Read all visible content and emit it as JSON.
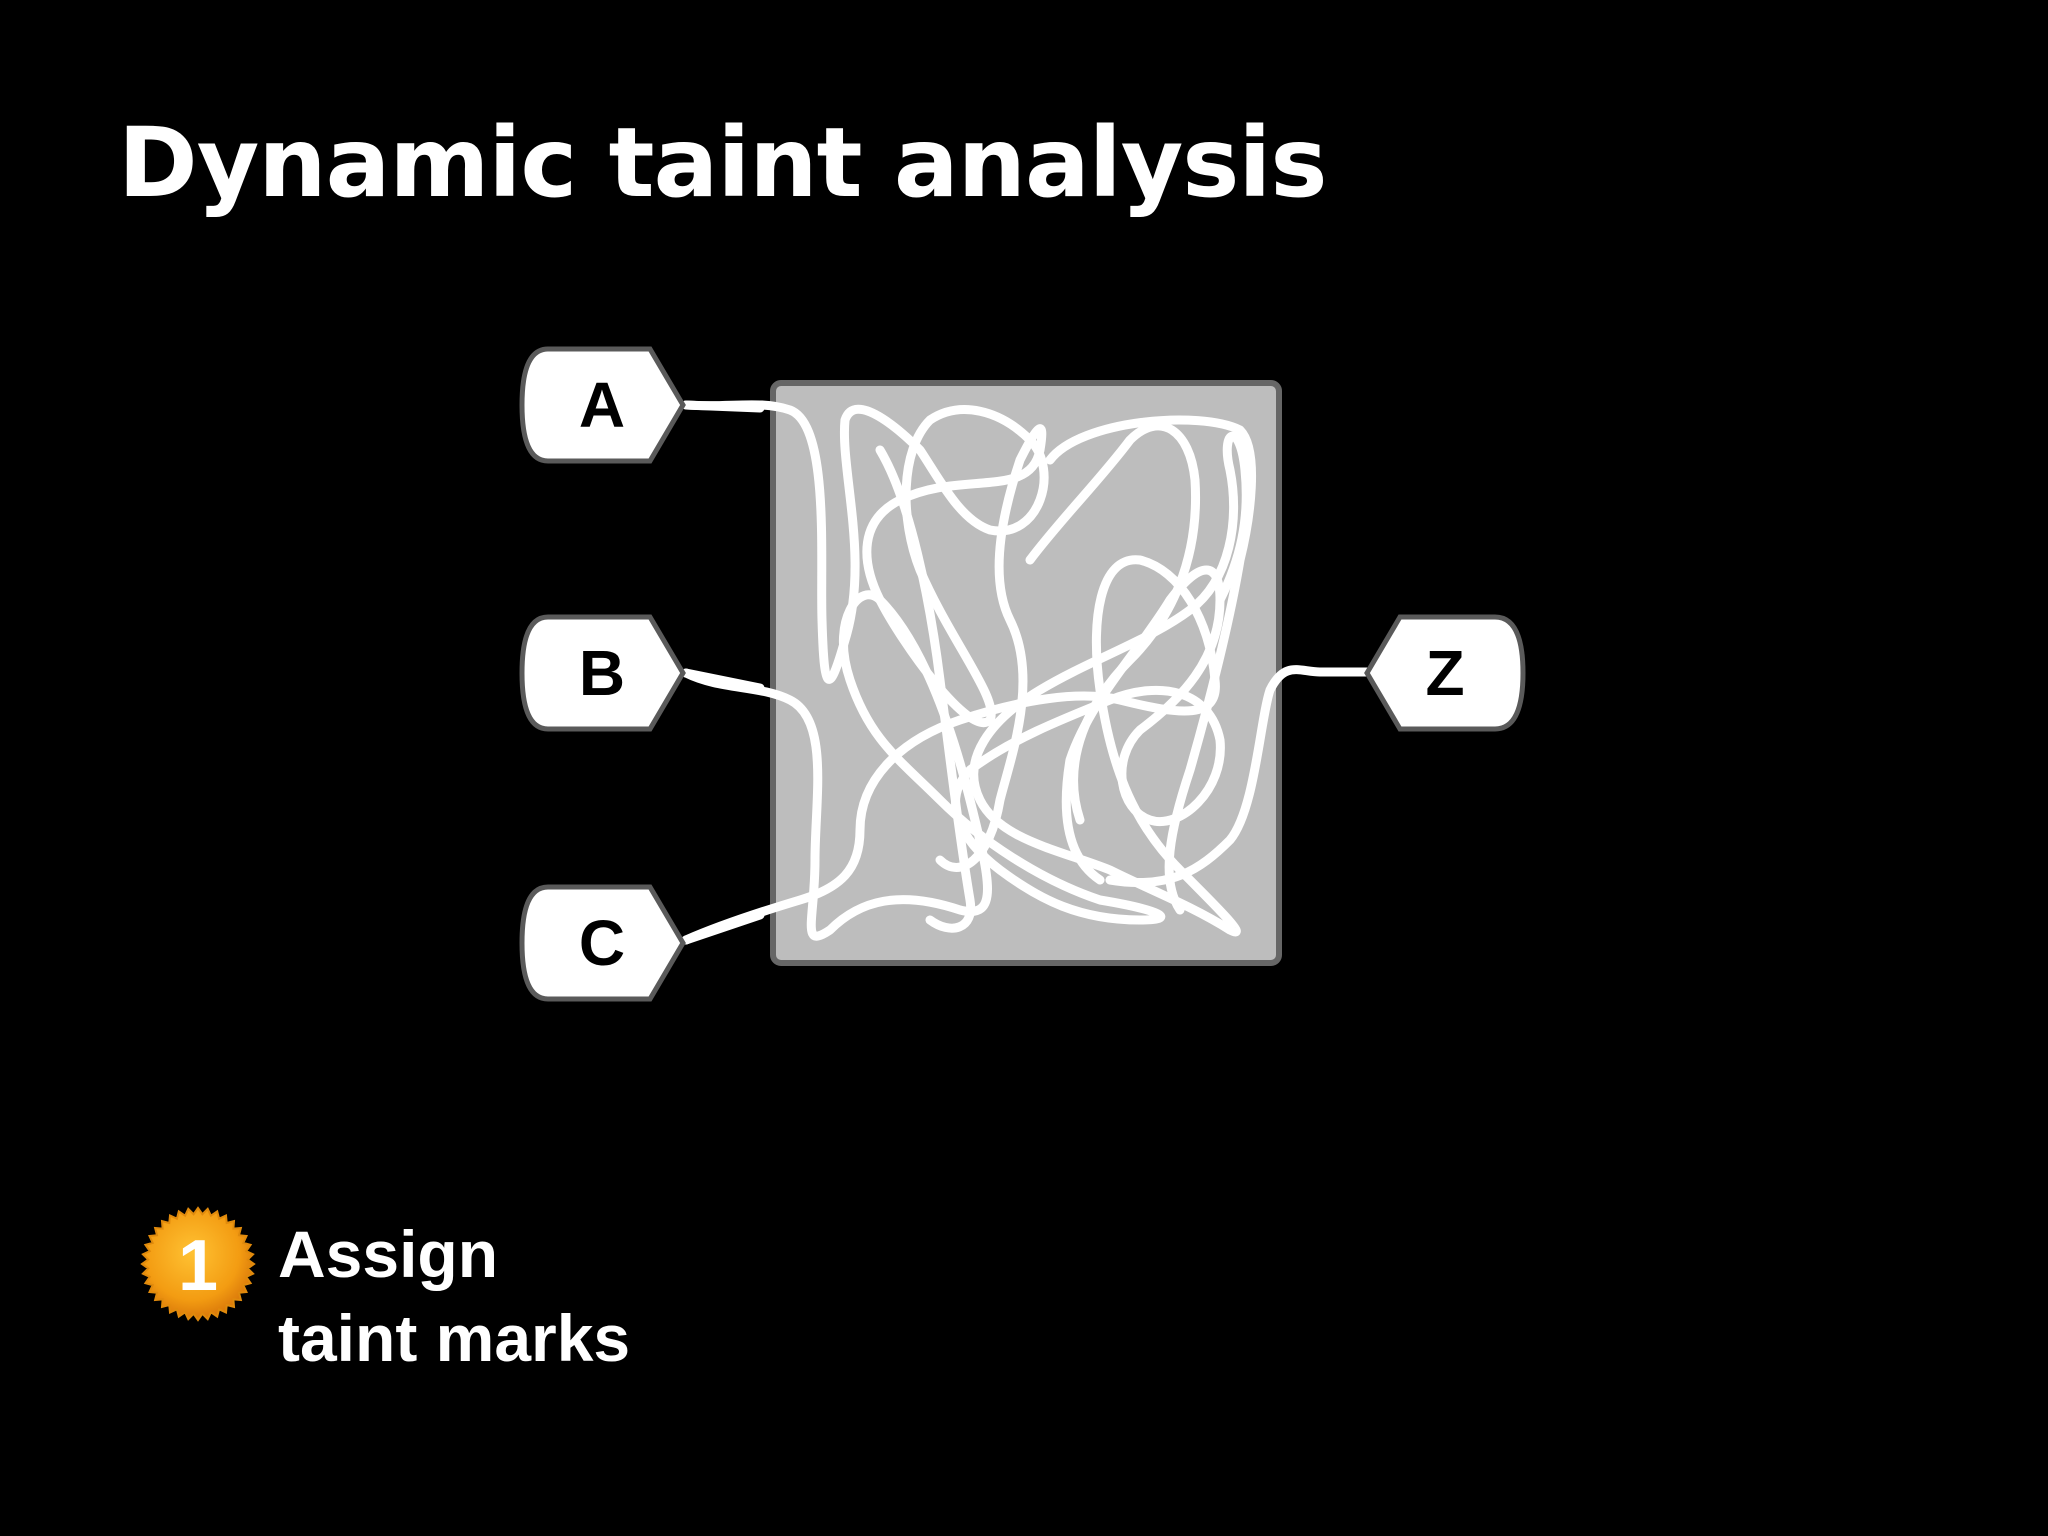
{
  "slide": {
    "title": "Dynamic taint analysis",
    "background_color": "#000000"
  },
  "diagram": {
    "inputs": [
      {
        "id": "A",
        "label": "A"
      },
      {
        "id": "B",
        "label": "B"
      },
      {
        "id": "C",
        "label": "C"
      }
    ],
    "output": {
      "id": "Z",
      "label": "Z"
    },
    "program_box_color": "#bdbdbd",
    "wire_color": "#ffffff"
  },
  "step": {
    "number": "1",
    "badge_color": "#f39c12",
    "line1": "Assign",
    "line2": "taint marks"
  }
}
